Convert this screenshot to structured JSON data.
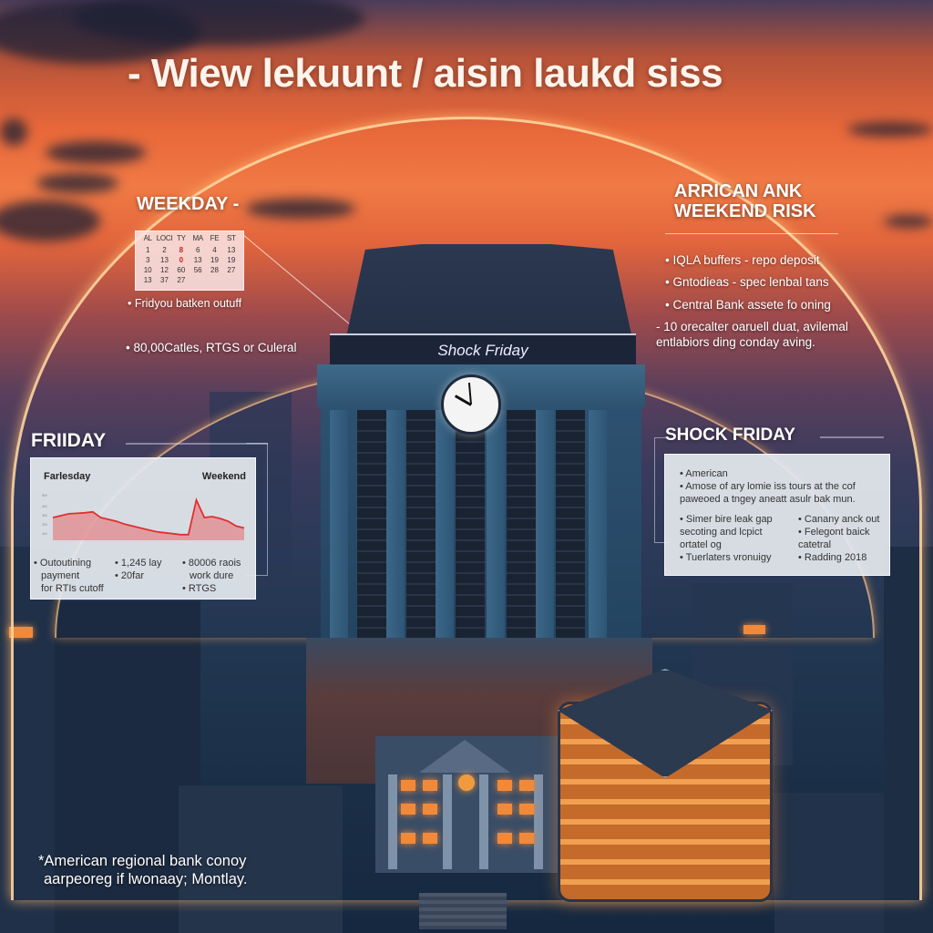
{
  "title": "- Wiew lekuunt / aisin laukd siss",
  "weekday_section": {
    "heading": "WEEKDAY -",
    "calendar": {
      "headers": [
        "AL",
        "LOCI",
        "TY",
        "MA",
        "FE",
        "ST"
      ],
      "rows": [
        [
          "1",
          "2",
          "8",
          "6",
          "4",
          "13"
        ],
        [
          "3",
          "13",
          "0",
          "13",
          "19",
          "19"
        ],
        [
          "10",
          "12",
          "60",
          "56",
          "28",
          "27"
        ],
        [
          "13",
          "37",
          "27",
          "",
          "",
          ""
        ]
      ],
      "marked_color": "#cc2222"
    },
    "bullets": [
      "• Fridyou batken outuff",
      "• 80,00Catles, RTGS or Culeral"
    ]
  },
  "weekend_risk_section": {
    "heading_line1": "ARRICAN ANK",
    "heading_line2": "WEEKEND RISK",
    "bullets": [
      "• IQLA buffers - repo deposit",
      "• Gntodieas - spec lenbal tans",
      "• Central Bank assete fo oning",
      "- 10 orecalter oaruell duat, avilemal",
      "  entlabiors ding conday aving."
    ]
  },
  "building": {
    "sign": "Shock Friday",
    "clock_time": "11:51"
  },
  "friday_section": {
    "heading": "FRIIDAY",
    "chart_left_label": "Farlesday",
    "chart_right_label": "Weekend",
    "columns": [
      [
        "• Outoutining",
        "payment",
        "for RTIs cutoff"
      ],
      [
        "• 1,245 lay",
        "• 20far"
      ],
      [
        "• 80006 raois",
        "work dure",
        "• RTGS"
      ]
    ],
    "chart_color": "#e03030"
  },
  "shock_friday_section": {
    "heading": "SHOCK FRIDAY",
    "intro": [
      "• American",
      "• Amose of ary lomie iss tours at the cof",
      "  paweoed a tngey aneatt asulr bak mun."
    ],
    "left_column": [
      "• Simer bire leak gap",
      "  secoting and lcpict",
      "  ortatel og",
      "• Tuerlaters vronuigy"
    ],
    "right_column": [
      "• Canany anck out",
      "• Felegont baick",
      "  catetral",
      "• Radding 2018"
    ]
  },
  "footnote": {
    "line1": "*American regional bank conoy",
    "line2": "aarpeoreg if lwonaay; Montlay."
  },
  "chart_data": {
    "type": "area",
    "title": "",
    "categories": [
      "Farlesday",
      "Weekend"
    ],
    "x": [
      0,
      1,
      2,
      3,
      4,
      5,
      6,
      7,
      8,
      9,
      10,
      11,
      12,
      13,
      14,
      15,
      16,
      17,
      18,
      19,
      20,
      21,
      22,
      23,
      24
    ],
    "values": [
      48,
      52,
      56,
      57,
      58,
      60,
      48,
      44,
      40,
      34,
      30,
      26,
      22,
      18,
      16,
      14,
      12,
      12,
      85,
      48,
      50,
      46,
      40,
      30,
      26
    ],
    "xlabel": "",
    "ylabel": "",
    "ylim": [
      0,
      100
    ],
    "series_color": "#e03030"
  }
}
